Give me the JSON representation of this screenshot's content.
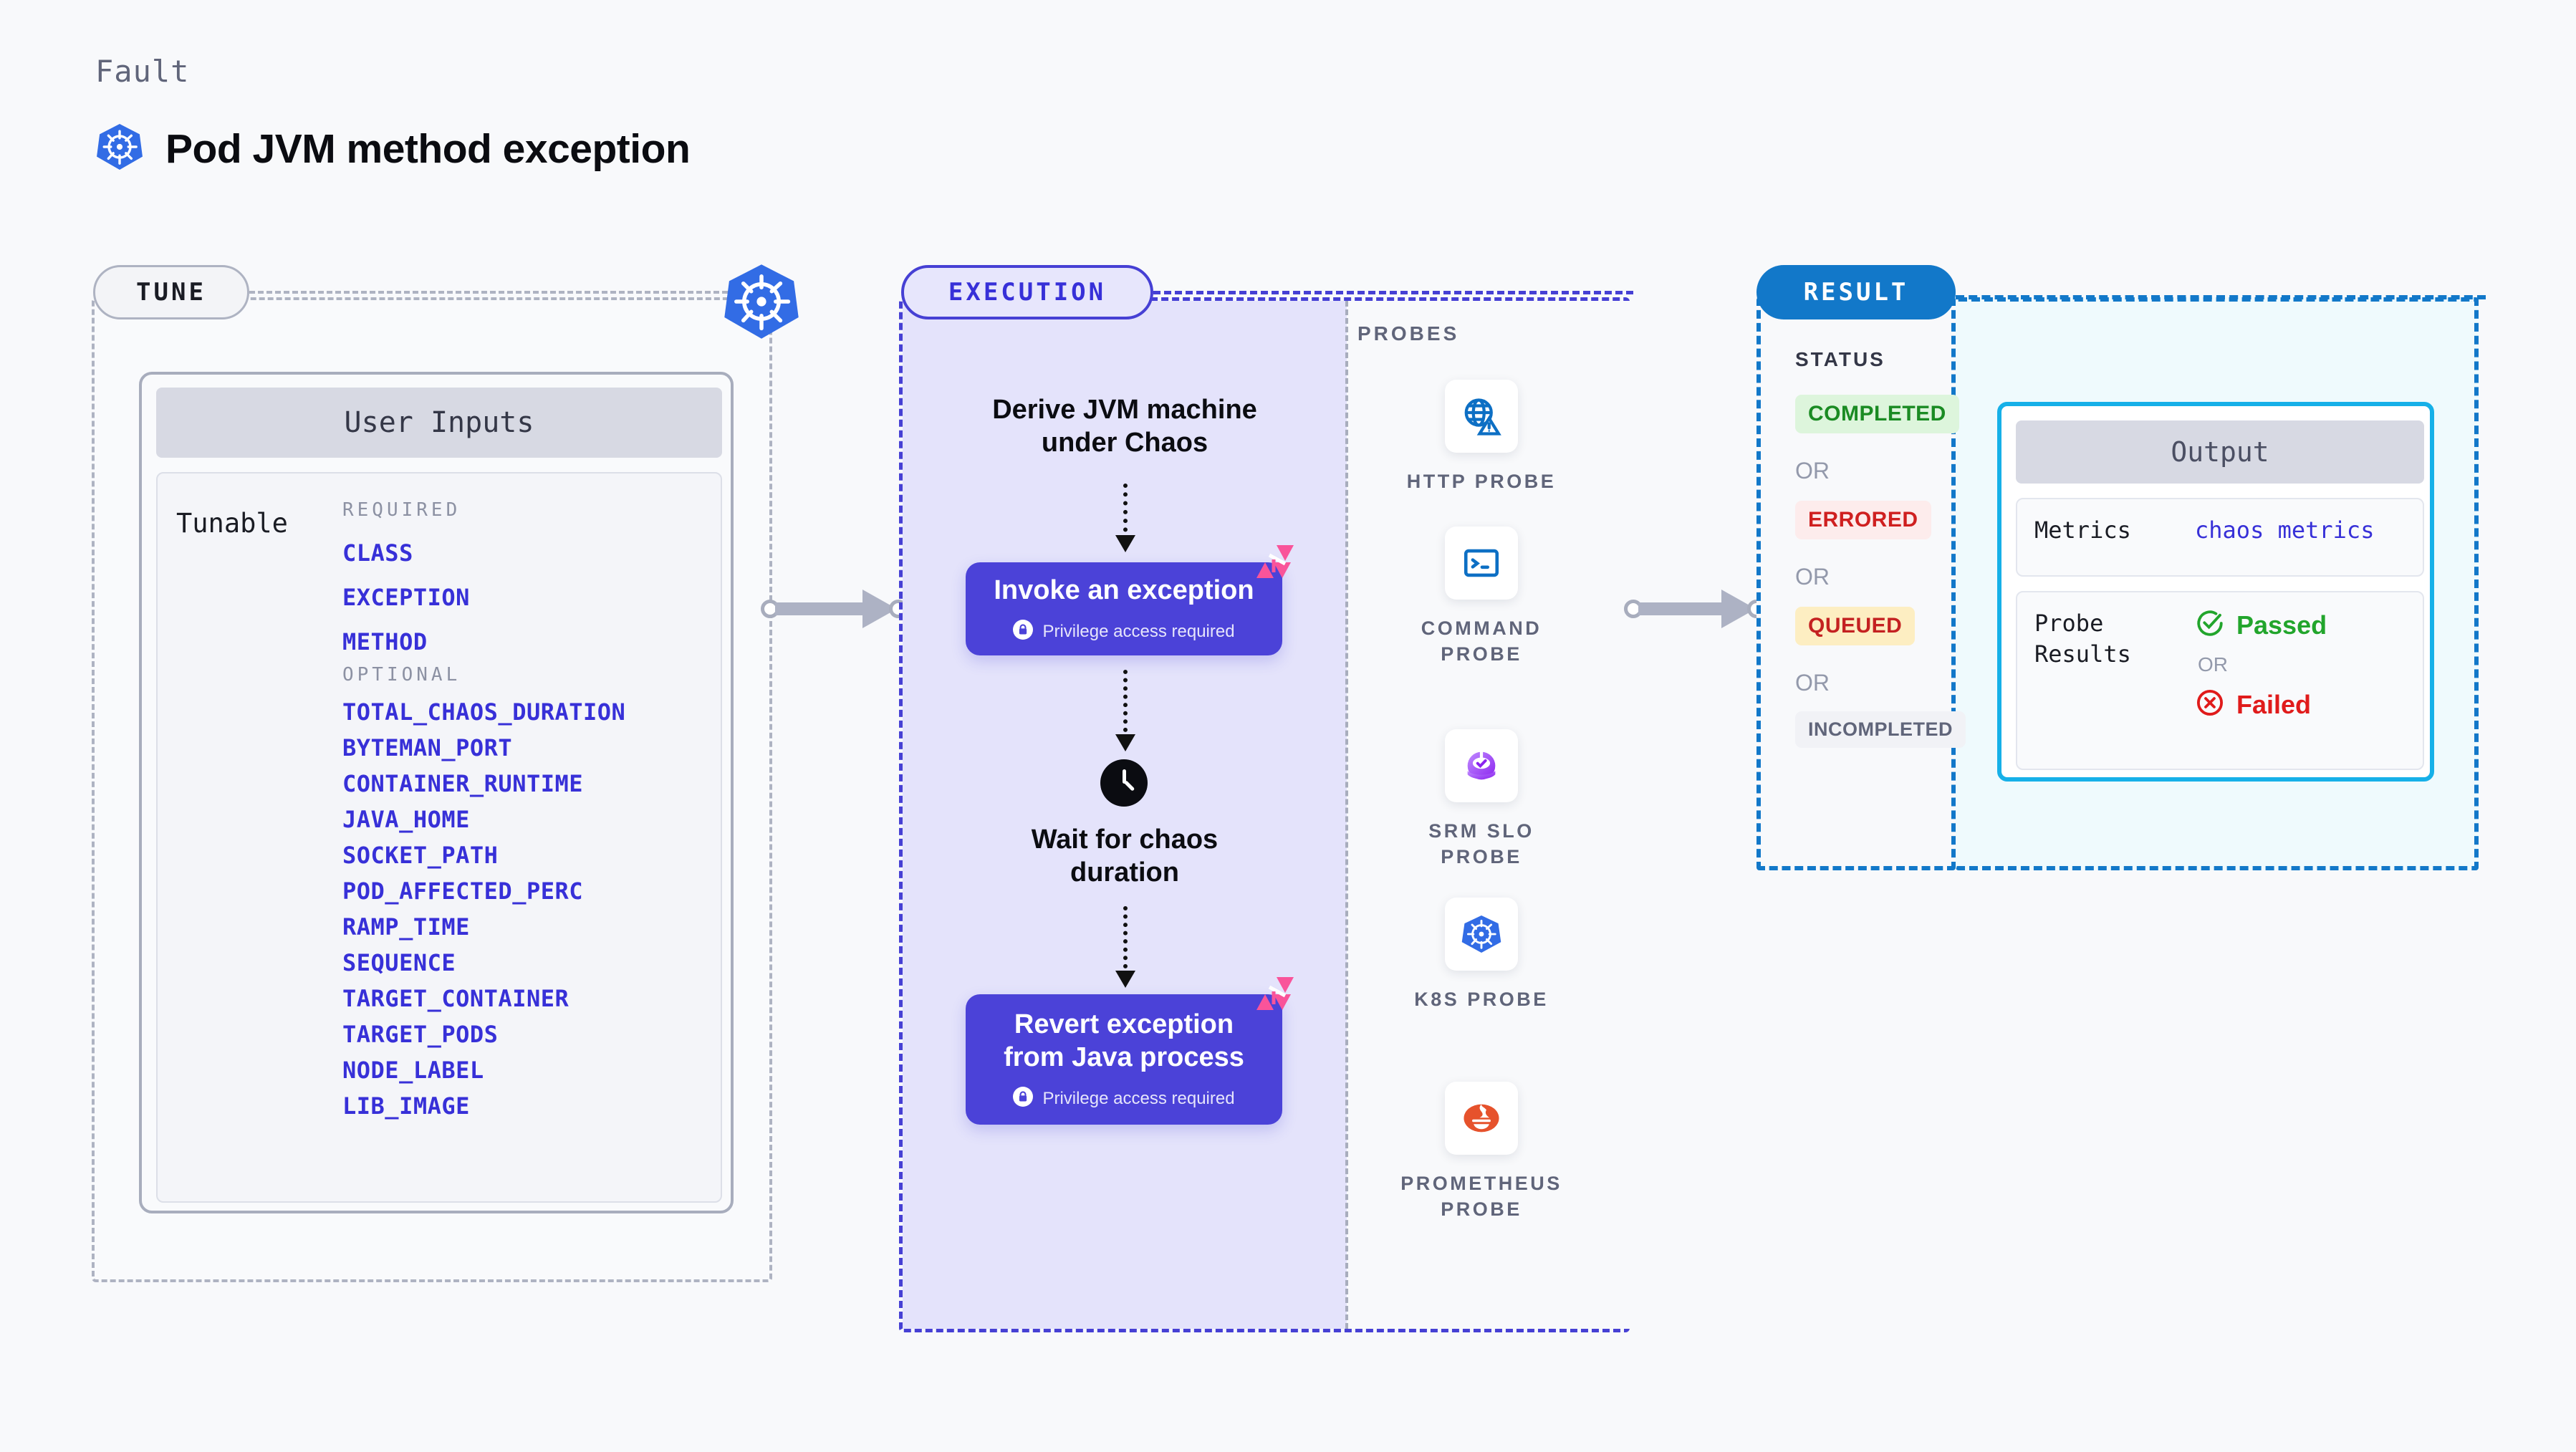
{
  "header": {
    "kicker": "Fault",
    "title": "Pod JVM method exception",
    "icon": "kubernetes-icon"
  },
  "tune": {
    "pill_label": "TUNE",
    "badge_icon": "kubernetes-icon",
    "user_inputs_title": "User Inputs",
    "tunable_label": "Tunable",
    "groups": [
      {
        "title": "REQUIRED",
        "params": [
          "CLASS",
          "EXCEPTION",
          "METHOD"
        ]
      },
      {
        "title": "OPTIONAL",
        "params": [
          "TOTAL_CHAOS_DURATION",
          "BYTEMAN_PORT",
          "CONTAINER_RUNTIME",
          "JAVA_HOME",
          "SOCKET_PATH",
          "POD_AFFECTED_PERC",
          "RAMP_TIME",
          "SEQUENCE",
          "TARGET_CONTAINER",
          "TARGET_PODS",
          "NODE_LABEL",
          "LIB_IMAGE"
        ]
      }
    ]
  },
  "execution": {
    "pill_label": "EXECUTION",
    "steps": [
      {
        "kind": "text",
        "label": "Derive JVM machine\nunder Chaos"
      },
      {
        "kind": "block",
        "label": "Invoke an exception",
        "note": "Privilege access required",
        "note_icon": "lock-icon",
        "badge_icon": "litmus-icon"
      },
      {
        "kind": "wait",
        "label": "Wait for chaos\nduration",
        "icon": "clock-icon"
      },
      {
        "kind": "block",
        "label": "Revert exception\nfrom Java process",
        "note": "Privilege access required",
        "note_icon": "lock-icon",
        "badge_icon": "litmus-icon"
      }
    ]
  },
  "probes": {
    "section_label": "PROBES",
    "items": [
      {
        "name": "HTTP  PROBE",
        "icon": "globe-warning-icon"
      },
      {
        "name": "COMMAND\nPROBE",
        "icon": "terminal-icon"
      },
      {
        "name": "SRM  SLO\nPROBE",
        "icon": "srm-slo-icon"
      },
      {
        "name": "K8S  PROBE",
        "icon": "kubernetes-icon"
      },
      {
        "name": "PROMETHEUS\nPROBE",
        "icon": "prometheus-icon"
      }
    ]
  },
  "result": {
    "pill_label": "RESULT",
    "status_heading": "STATUS",
    "or_label": "OR",
    "statuses": [
      {
        "label": "COMPLETED",
        "bg": "#ddf5dc",
        "fg": "#1a8b23"
      },
      {
        "label": "ERRORED",
        "bg": "#fdecec",
        "fg": "#cf2020"
      },
      {
        "label": "QUEUED",
        "bg": "#fdeec2",
        "fg": "#c42121"
      },
      {
        "label": "INCOMPLETED",
        "bg": "#f1f2f6",
        "fg": "#60657a"
      }
    ],
    "output": {
      "title": "Output",
      "metrics_label": "Metrics",
      "metrics_value": "chaos metrics",
      "probe_results_label": "Probe\nResults",
      "passed_label": "Passed",
      "passed_icon": "check-circle-icon",
      "failed_label": "Failed",
      "failed_icon": "x-circle-icon",
      "or_label": "OR"
    }
  },
  "colors": {
    "tune_border": "#aeb3c2",
    "exec_border": "#4640d4",
    "exec_fill": "#e4e3fb",
    "result_border": "#1278c9",
    "result_fill": "#effafd",
    "param_text": "#3730d8",
    "block_bg": "#4b42d8",
    "litmus_pink": "#f9549a",
    "output_border": "#16b0e8"
  }
}
